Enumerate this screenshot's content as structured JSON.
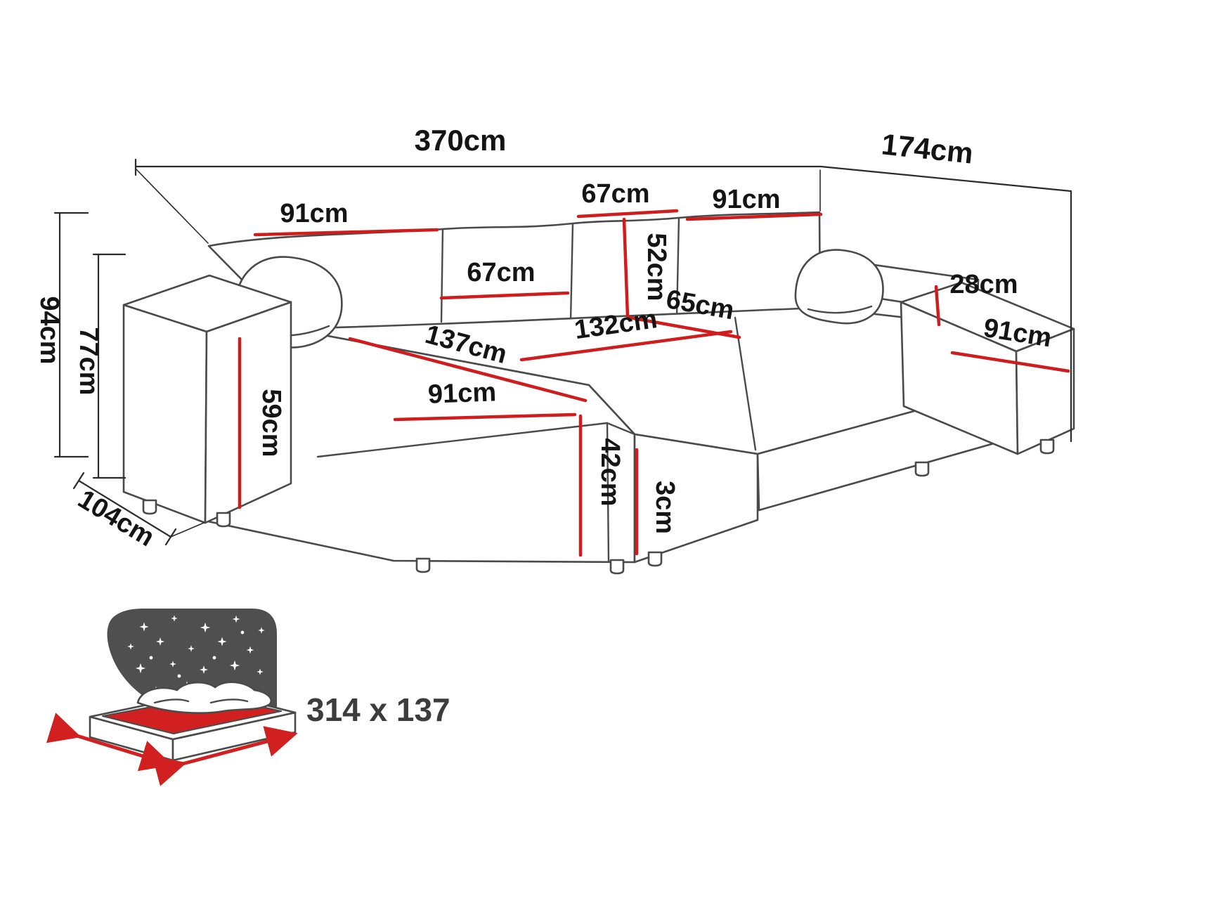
{
  "colors": {
    "outline": "#4a4a4a",
    "dimension-red": "#d01c1c",
    "label-text": "#141414",
    "icon-gray": "#4f4f4f",
    "icon-red": "#d22020",
    "sleep-text": "#3c3c3c"
  },
  "dims": {
    "total_width": "370cm",
    "total_depth": "174cm",
    "total_height": "94cm",
    "backrest_height": "77cm",
    "armrest_depth": "104cm",
    "armrest_height": "59cm",
    "back_cushion_left": "91cm",
    "back_top_middle": "67cm",
    "back_cushion_right": "91cm",
    "back_cushion_middle": "67cm",
    "back_cushion_height": "52cm",
    "seat_depth": "65cm",
    "back_shelf": "28cm",
    "chaise_right_width": "91cm",
    "middle_seat_width": "132cm",
    "chaise_length": "137cm",
    "chaise_left_width": "91cm",
    "seat_height": "42cm",
    "base_height": "3cm"
  },
  "sleeping_area": {
    "label": "314 x 137"
  }
}
